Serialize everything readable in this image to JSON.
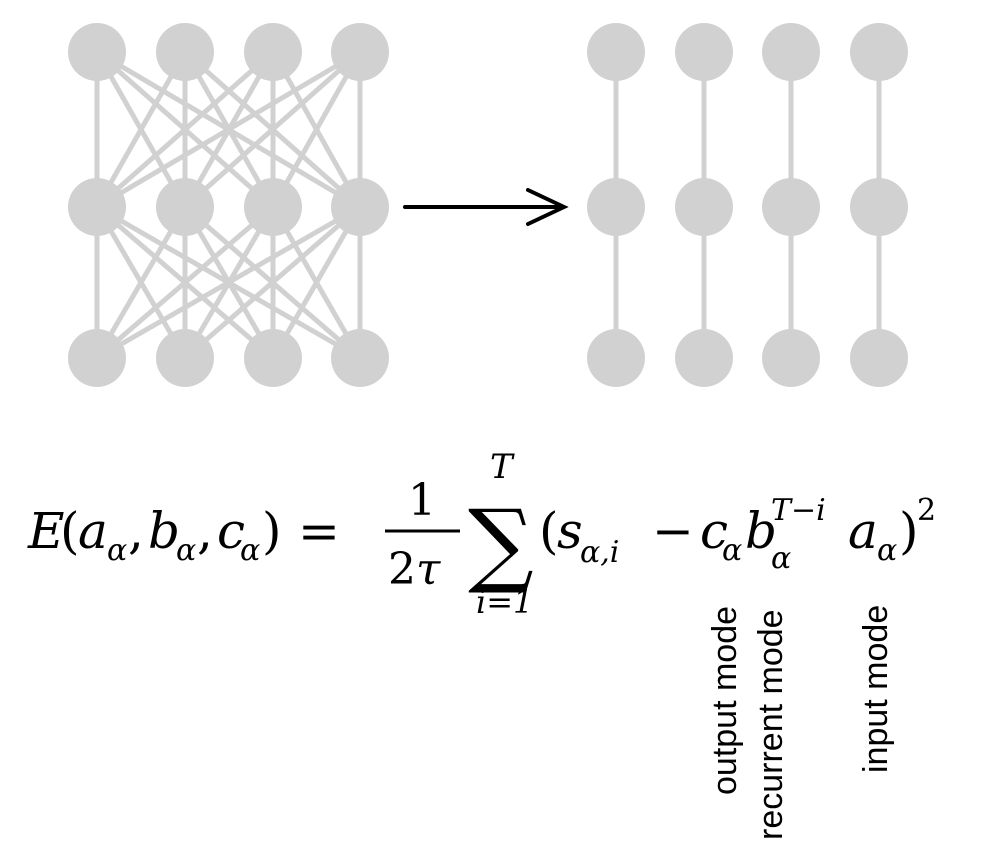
{
  "diagram": {
    "left_network": {
      "rows": 3,
      "cols": 4,
      "connectivity": "fully-connected"
    },
    "right_network": {
      "rows": 3,
      "cols": 4,
      "connectivity": "vertical-chains"
    },
    "colors": {
      "node": "#d1d1d1",
      "edge": "#d1d1d1",
      "arrow": "#000000",
      "text": "#000000"
    }
  },
  "equation": {
    "lhs_E": "E",
    "lhs_open": "(",
    "lhs_a": "a",
    "lhs_b": "b",
    "lhs_c": "c",
    "alpha": "α",
    "comma": ",",
    "lhs_close": ")",
    "equals": "=",
    "frac_num": "1",
    "frac_den_2": "2",
    "frac_den_tau": "τ",
    "sum_symbol": "∑",
    "sum_upper": "T",
    "sum_lower": "i=1",
    "paren_open": "(",
    "s": "s",
    "s_sub": "α,i",
    "minus": "−",
    "c": "c",
    "b": "b",
    "b_sup": "T−i",
    "a": "a",
    "paren_close": ")",
    "square": "2"
  },
  "mode_labels": {
    "output": "output mode",
    "recurrent": "recurrent mode",
    "input": "input mode"
  }
}
